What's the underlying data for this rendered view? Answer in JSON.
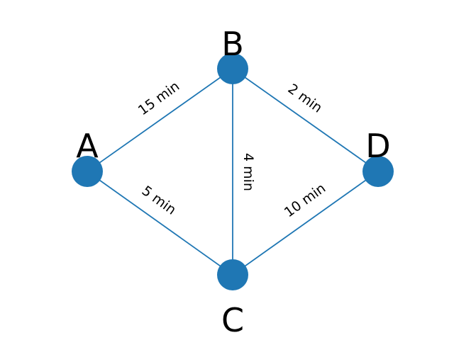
{
  "colors": {
    "node_fill": "#1f77b4",
    "edge_stroke": "#1f77b4",
    "text": "#000000",
    "background": "#ffffff"
  },
  "nodes": [
    {
      "id": "A",
      "label": "A"
    },
    {
      "id": "B",
      "label": "B"
    },
    {
      "id": "C",
      "label": "C"
    },
    {
      "id": "D",
      "label": "D"
    }
  ],
  "edges": [
    {
      "id": "A-B",
      "from": "A",
      "to": "B",
      "label": "15 min"
    },
    {
      "id": "A-C",
      "from": "A",
      "to": "C",
      "label": "5 min"
    },
    {
      "id": "B-C",
      "from": "B",
      "to": "C",
      "label": "4 min"
    },
    {
      "id": "B-D",
      "from": "B",
      "to": "D",
      "label": "2 min"
    },
    {
      "id": "C-D",
      "from": "C",
      "to": "D",
      "label": "10 min"
    }
  ]
}
